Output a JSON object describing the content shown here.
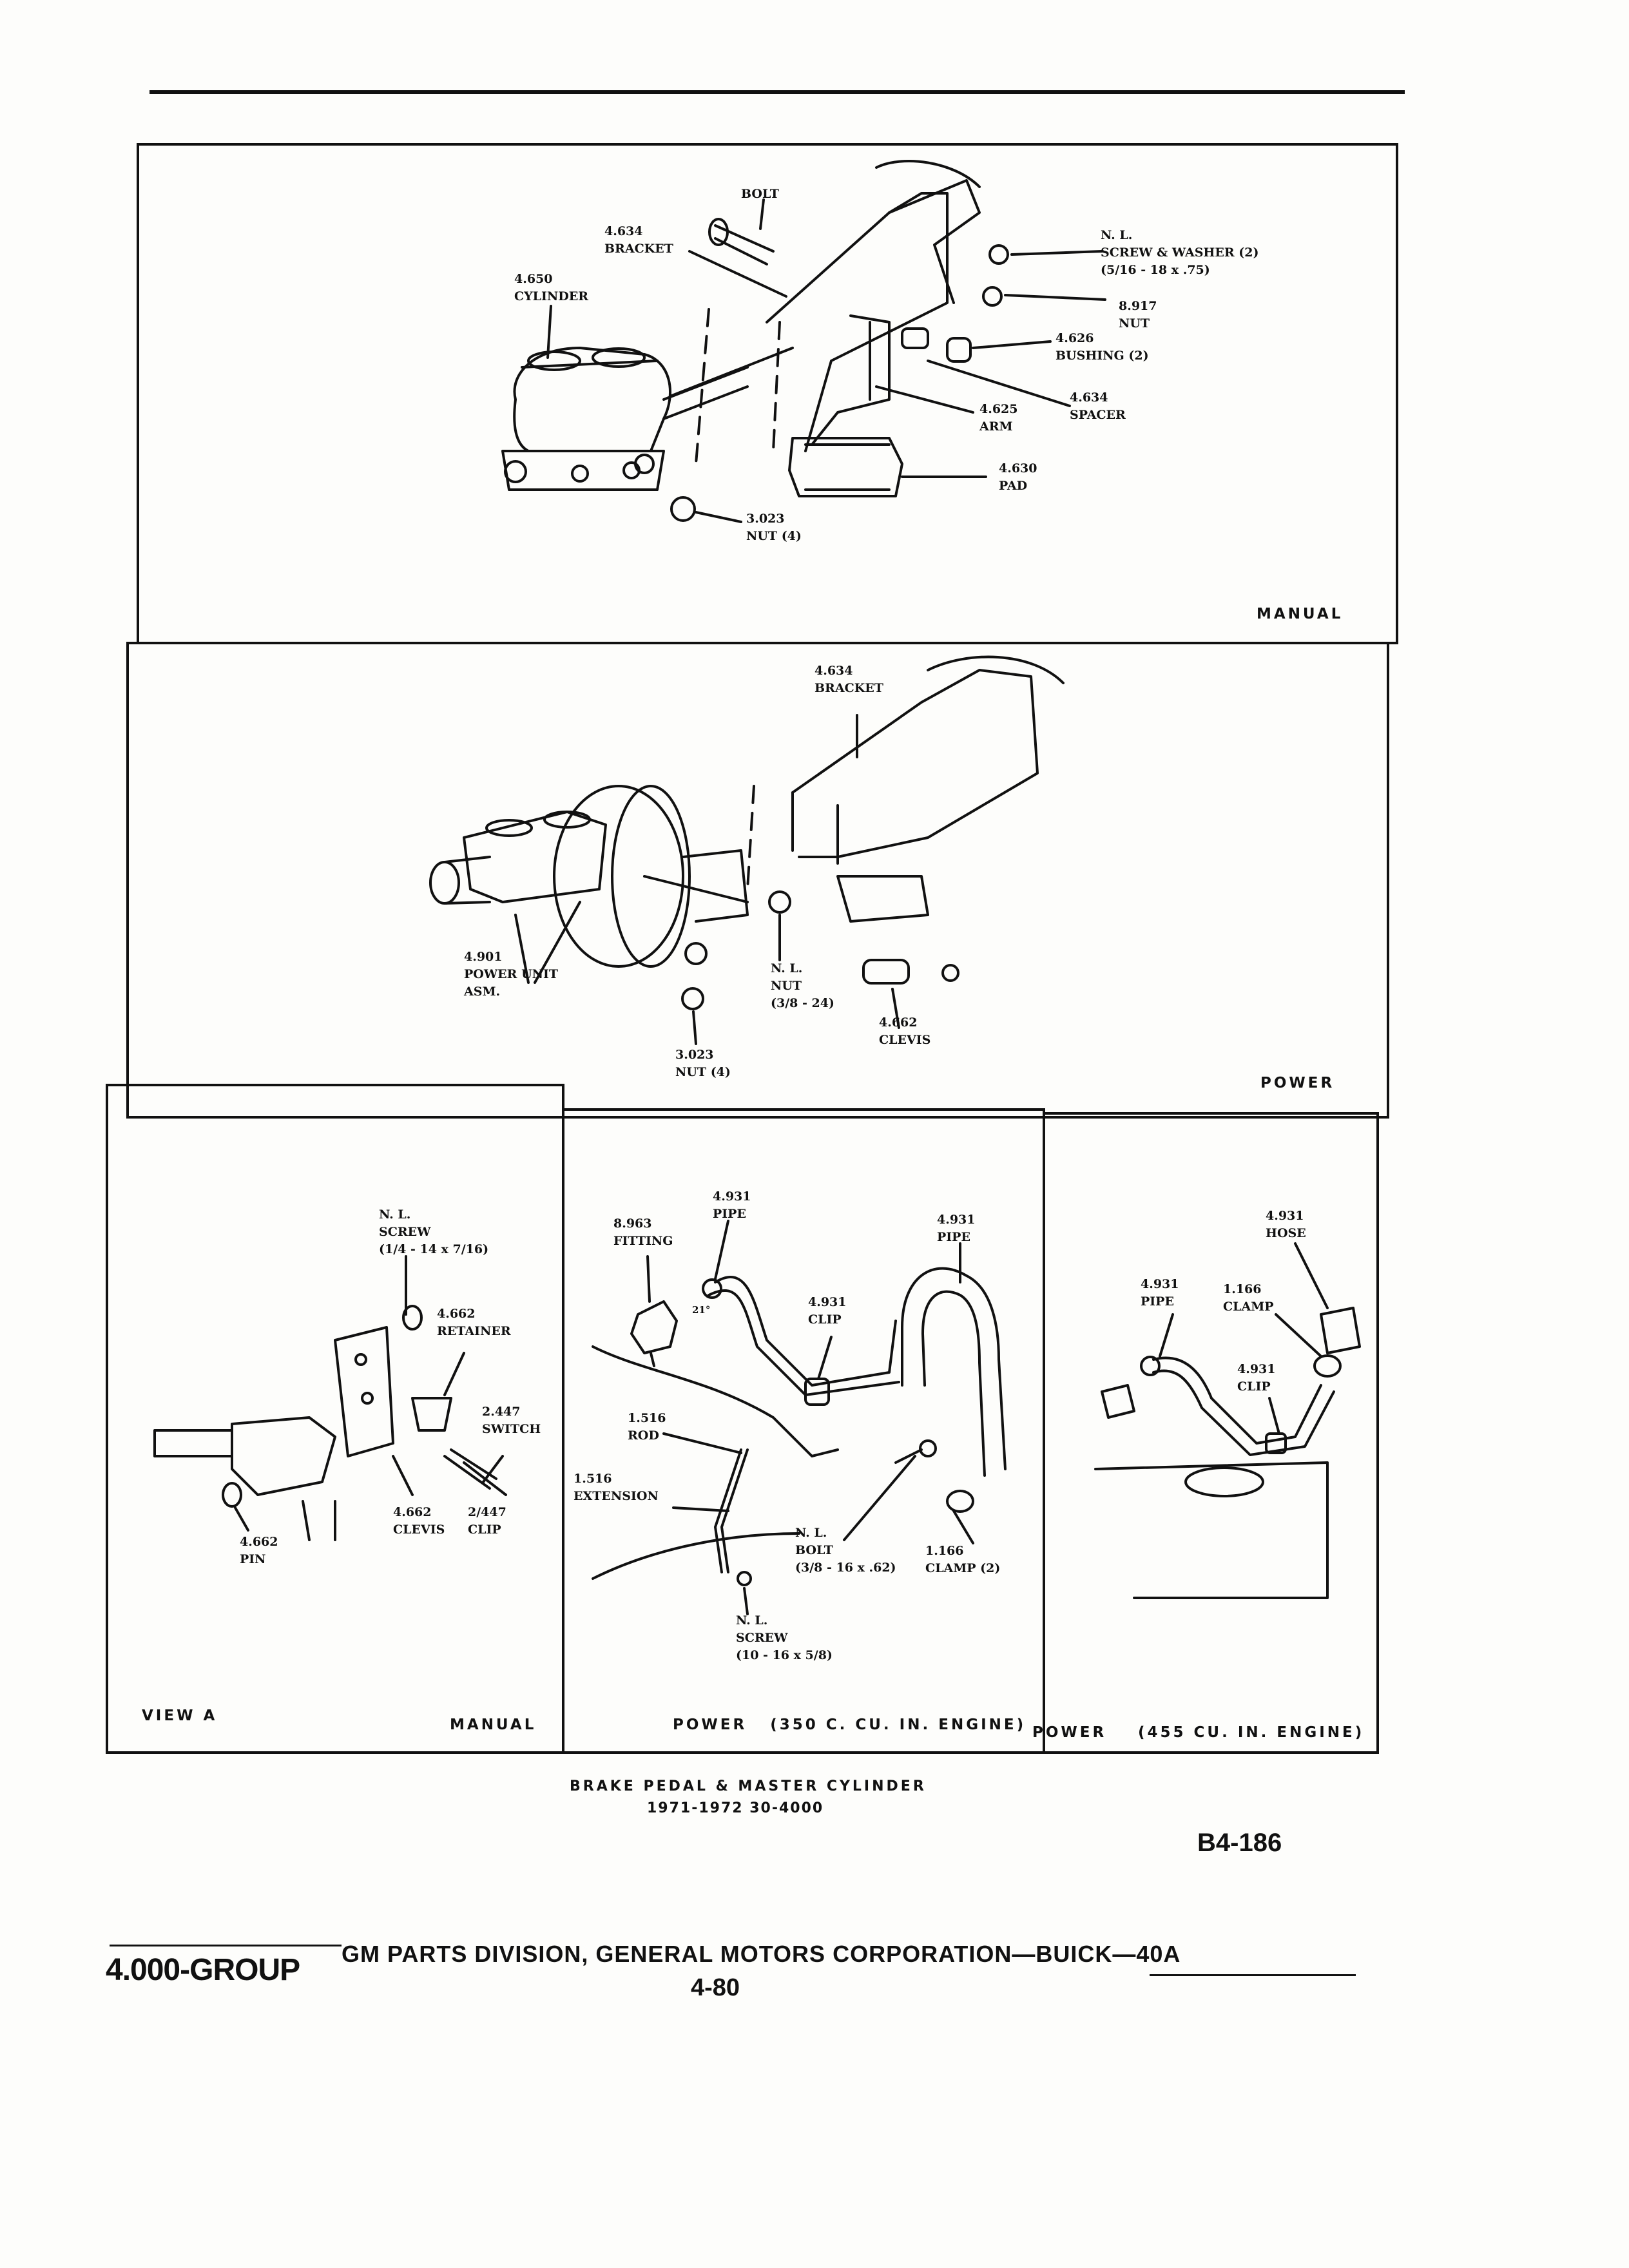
{
  "header_rule": true,
  "panels": {
    "manual": {
      "caption": "MANUAL",
      "labels": {
        "bolt": "BOLT",
        "bracket": "4.634\nBRACKET",
        "cylinder": "4.650\nCYLINDER",
        "screw_washer": "N. L.\nSCREW & WASHER (2)\n(5/16 - 18 x .75)",
        "nut_8917": "8.917\nNUT",
        "bushing": "4.626\nBUSHING (2)",
        "spacer": "4.634\nSPACER",
        "arm": "4.625\nARM",
        "pad": "4.630\nPAD",
        "nut_3023": "3.023\nNUT (4)"
      }
    },
    "power": {
      "caption": "POWER",
      "labels": {
        "bracket": "4.634\nBRACKET",
        "power_unit": "4.901\nPOWER UNIT\nASM.",
        "nut_nl": "N. L.\nNUT\n(3/8 - 24)",
        "clevis": "4.662\nCLEVIS",
        "nut_3023": "3.023\nNUT (4)"
      }
    },
    "view_a": {
      "caption_left": "VIEW A",
      "caption_right": "MANUAL",
      "labels": {
        "screw": "N. L.\nSCREW\n(1/4 - 14 x 7/16)",
        "retainer": "4.662\nRETAINER",
        "switch": "2.447\nSWITCH",
        "clevis": "4.662\nCLEVIS",
        "clip": "2/447\nCLIP",
        "pin": "4.662\nPIN"
      }
    },
    "power_350": {
      "caption": "POWER   (350 C. CU. IN. ENGINE)",
      "labels": {
        "pipe_left": "4.931\nPIPE",
        "fitting": "8.963\nFITTING",
        "pipe_right": "4.931\nPIPE",
        "clip": "4.931\nCLIP",
        "rod": "1.516\nROD",
        "extension": "1.516\nEXTENSION",
        "bolt": "N. L.\nBOLT\n(3/8 - 16 x .62)",
        "clamp": "1.166\nCLAMP (2)",
        "screw": "N. L.\nSCREW\n(10 - 16 x 5/8)",
        "angle": "21°"
      }
    },
    "power_455": {
      "caption_left": "POWER",
      "caption_right": "(455 CU. IN. ENGINE)",
      "labels": {
        "hose": "4.931\nHOSE",
        "pipe": "4.931\nPIPE",
        "clamp": "1.166\nCLAMP",
        "clip": "4.931\nCLIP"
      }
    }
  },
  "figure_title": {
    "line1": "BRAKE PEDAL & MASTER CYLINDER",
    "line2": "1971-1972 30-4000"
  },
  "figure_number": "B4-186",
  "footer": {
    "group": "4.000-GROUP",
    "publisher": "GM PARTS DIVISION, GENERAL MOTORS CORPORATION—BUICK—40A",
    "page": "4-80"
  }
}
